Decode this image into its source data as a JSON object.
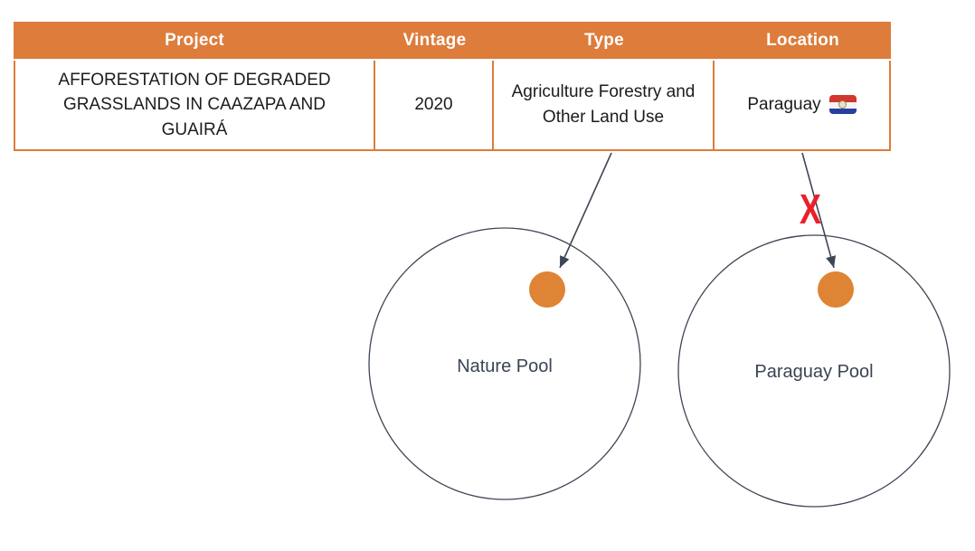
{
  "colors": {
    "accent_orange": "#DD7C3B",
    "dot_orange": "#DE8434",
    "line_slate": "#3D4655",
    "label_slate": "#3A4454",
    "reject_red": "#E8202A"
  },
  "table": {
    "headers": [
      "Project",
      "Vintage",
      "Type",
      "Location"
    ],
    "row": {
      "project": "AFFORESTATION OF DEGRADED GRASSLANDS IN CAAZAPA AND GUAIRÁ",
      "vintage": "2020",
      "type": "Agriculture Forestry and Other Land Use",
      "location": "Paraguay",
      "location_flag_icon": "paraguay-flag"
    }
  },
  "diagram": {
    "pools": [
      {
        "label": "Nature Pool"
      },
      {
        "label": "Paraguay Pool"
      }
    ],
    "reject_mark": "X"
  }
}
